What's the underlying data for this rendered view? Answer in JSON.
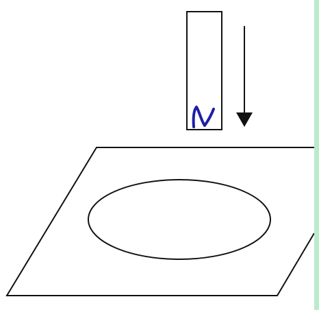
{
  "diagram": {
    "magnet_label": "N",
    "magnet_label_color": "#1f1fa8",
    "line_color": "#111111",
    "strip_color": "#b9ecc9",
    "icons": {
      "magnet": "bar-magnet-icon",
      "arrow": "down-arrow-icon",
      "plane": "parallelogram-plane-shape",
      "loop": "ellipse-loop-shape"
    }
  }
}
